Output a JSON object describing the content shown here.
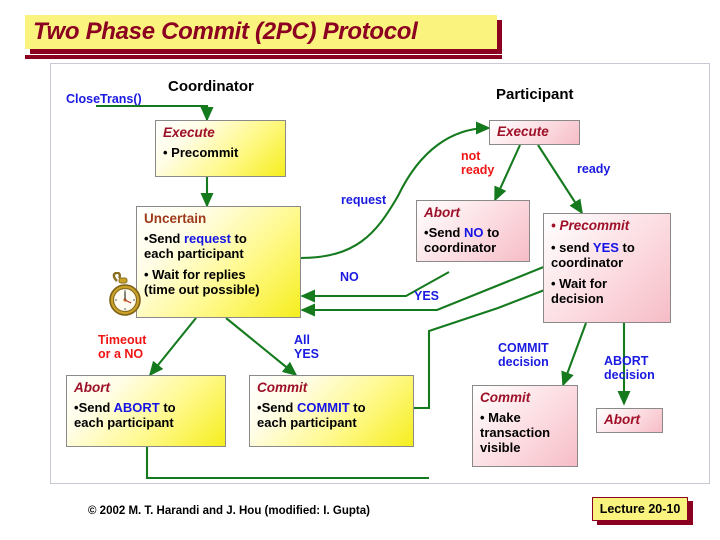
{
  "slide": {
    "title": "Two Phase Commit (2PC) Protocol",
    "footer_credit": "© 2002 M. T. Harandi and J. Hou (modified: I. Gupta)",
    "lecture_badge": "Lecture 20-10",
    "colors": {
      "title_text": "#8B0020",
      "title_band": "#FAF37E",
      "arrow": "#157A1E",
      "label_blue": "#1A1AE0",
      "label_red": "#F01414",
      "box_heading": "#9E1028",
      "box_yellow": "#F5EE1E",
      "box_pink": "#F6BCC6"
    }
  },
  "columns": {
    "coordinator": "Coordinator",
    "participant": "Participant"
  },
  "entry": {
    "label": "CloseTrans()"
  },
  "coordinator_states": {
    "execute": {
      "title": "Execute",
      "lines": [
        {
          "bullet": "•",
          "pre": " Precommit",
          "kw": "",
          "post": ""
        }
      ]
    },
    "uncertain": {
      "title": "Uncertain",
      "lines": [
        {
          "bullet": "•",
          "pre": "Send ",
          "kw": "request",
          "post": " to"
        },
        {
          "bullet": "",
          "pre": "each participant",
          "kw": "",
          "post": ""
        },
        {
          "bullet": "•",
          "pre": " Wait for replies",
          "kw": "",
          "post": ""
        },
        {
          "bullet": "",
          "pre": "(time out possible)",
          "kw": "",
          "post": ""
        }
      ]
    },
    "abort": {
      "title": "Abort",
      "lines": [
        {
          "bullet": "•",
          "pre": "Send ",
          "kw": "ABORT",
          "post": " to"
        },
        {
          "bullet": "",
          "pre": "each participant",
          "kw": "",
          "post": ""
        }
      ]
    },
    "commit": {
      "title": "Commit",
      "lines": [
        {
          "bullet": "•",
          "pre": "Send ",
          "kw": "COMMIT",
          "post": " to"
        },
        {
          "bullet": "",
          "pre": "each participant",
          "kw": "",
          "post": ""
        }
      ]
    }
  },
  "participant_states": {
    "execute": {
      "title": "Execute",
      "lines": []
    },
    "abort": {
      "title": "Abort",
      "lines": [
        {
          "bullet": "•",
          "pre": "Send ",
          "kw": "NO",
          "post": " to"
        },
        {
          "bullet": "",
          "pre": "coordinator",
          "kw": "",
          "post": ""
        }
      ]
    },
    "precommit": {
      "title": "Precommit",
      "title_bullet": "• ",
      "lines": [
        {
          "bullet": "•",
          "pre": " send ",
          "kw": "YES",
          "post": " to"
        },
        {
          "bullet": "",
          "pre": "coordinator",
          "kw": "",
          "post": ""
        },
        {
          "bullet": "•",
          "pre": " Wait for",
          "kw": "",
          "post": ""
        },
        {
          "bullet": "",
          "pre": "decision",
          "kw": "",
          "post": ""
        }
      ]
    },
    "commit": {
      "title": "Commit",
      "lines": [
        {
          "bullet": "•",
          "pre": " Make",
          "kw": "",
          "post": ""
        },
        {
          "bullet": "",
          "pre": "transaction",
          "kw": "",
          "post": ""
        },
        {
          "bullet": "",
          "pre": "visible",
          "kw": "",
          "post": ""
        }
      ]
    },
    "final_abort": {
      "title": "Abort",
      "lines": []
    }
  },
  "edge_labels": {
    "request": "request",
    "no": "NO",
    "yes": "YES",
    "timeout_line1": "Timeout",
    "timeout_line2": "or a NO",
    "all_line1": "All",
    "all_line2": "YES",
    "not_ready_line1": "not",
    "not_ready_line2": "ready",
    "ready": "ready",
    "commit_decision_line1": "COMMIT",
    "commit_decision_line2": "decision",
    "abort_decision_line1": "ABORT",
    "abort_decision_line2": "decision"
  }
}
